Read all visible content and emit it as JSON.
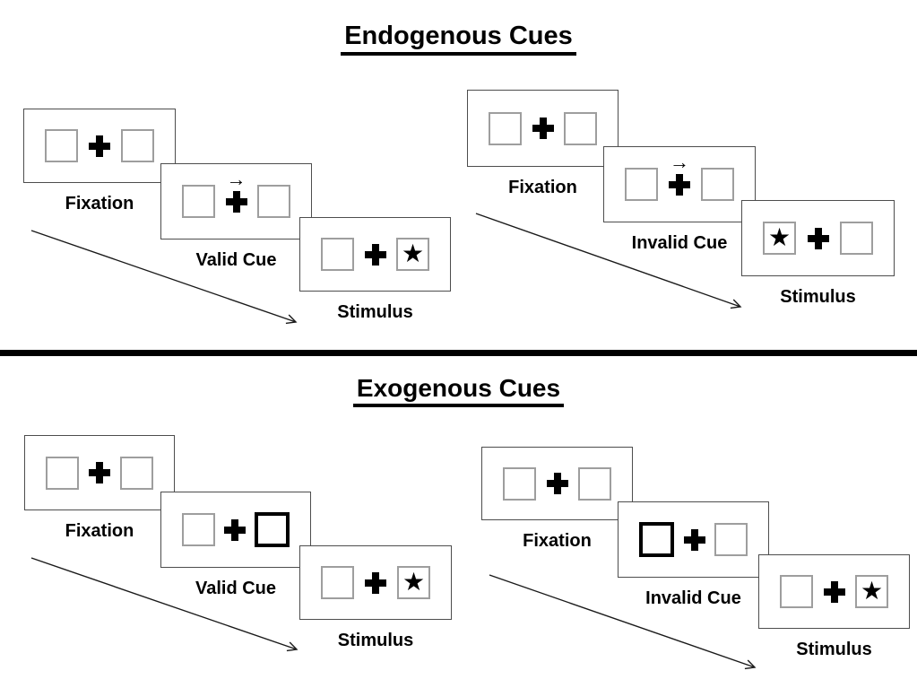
{
  "colors": {
    "background": "#ffffff",
    "text": "#000000",
    "panel_border": "#4d4d4d",
    "box_border": "#9e9e9e",
    "exogenous_cue_box_border": "#000000",
    "divider": "#000000"
  },
  "icons": {
    "fixation_cross": "plus-icon",
    "target": "star-icon",
    "endogenous_cue": "right-arrow-icon",
    "time_course": "diagonal-timeline-arrow-icon"
  },
  "symbols": {
    "star": "★",
    "cue_arrow": "→"
  },
  "sections": [
    {
      "title": "Endogenous Cues",
      "groups": [
        {
          "name": "valid",
          "panels": [
            {
              "label": "Fixation",
              "cue_arrow": "",
              "left_symbol": "",
              "right_symbol": "",
              "left_class": "square",
              "right_class": "square"
            },
            {
              "label": "Valid Cue",
              "cue_arrow": "→",
              "left_symbol": "",
              "right_symbol": "",
              "left_class": "square",
              "right_class": "square"
            },
            {
              "label": "Stimulus",
              "cue_arrow": "",
              "left_symbol": "",
              "right_symbol": "★",
              "left_class": "square",
              "right_class": "square"
            }
          ]
        },
        {
          "name": "invalid",
          "panels": [
            {
              "label": "Fixation",
              "cue_arrow": "",
              "left_symbol": "",
              "right_symbol": "",
              "left_class": "square",
              "right_class": "square"
            },
            {
              "label": "Invalid Cue",
              "cue_arrow": "→",
              "left_symbol": "",
              "right_symbol": "",
              "left_class": "square",
              "right_class": "square"
            },
            {
              "label": "Stimulus",
              "cue_arrow": "",
              "left_symbol": "★",
              "right_symbol": "",
              "left_class": "square",
              "right_class": "square"
            }
          ]
        }
      ]
    },
    {
      "title": "Exogenous Cues",
      "groups": [
        {
          "name": "valid",
          "panels": [
            {
              "label": "Fixation",
              "cue_arrow": "",
              "left_symbol": "",
              "right_symbol": "",
              "left_class": "square",
              "right_class": "square"
            },
            {
              "label": "Valid Cue",
              "cue_arrow": "",
              "left_symbol": "",
              "right_symbol": "",
              "left_class": "square",
              "right_class": "square bold"
            },
            {
              "label": "Stimulus",
              "cue_arrow": "",
              "left_symbol": "",
              "right_symbol": "★",
              "left_class": "square",
              "right_class": "square"
            }
          ]
        },
        {
          "name": "invalid",
          "panels": [
            {
              "label": "Fixation",
              "cue_arrow": "",
              "left_symbol": "",
              "right_symbol": "",
              "left_class": "square",
              "right_class": "square"
            },
            {
              "label": "Invalid Cue",
              "cue_arrow": "",
              "left_symbol": "",
              "right_symbol": "",
              "left_class": "square bold",
              "right_class": "square"
            },
            {
              "label": "Stimulus",
              "cue_arrow": "",
              "left_symbol": "",
              "right_symbol": "★",
              "left_class": "square",
              "right_class": "square"
            }
          ]
        }
      ]
    }
  ]
}
